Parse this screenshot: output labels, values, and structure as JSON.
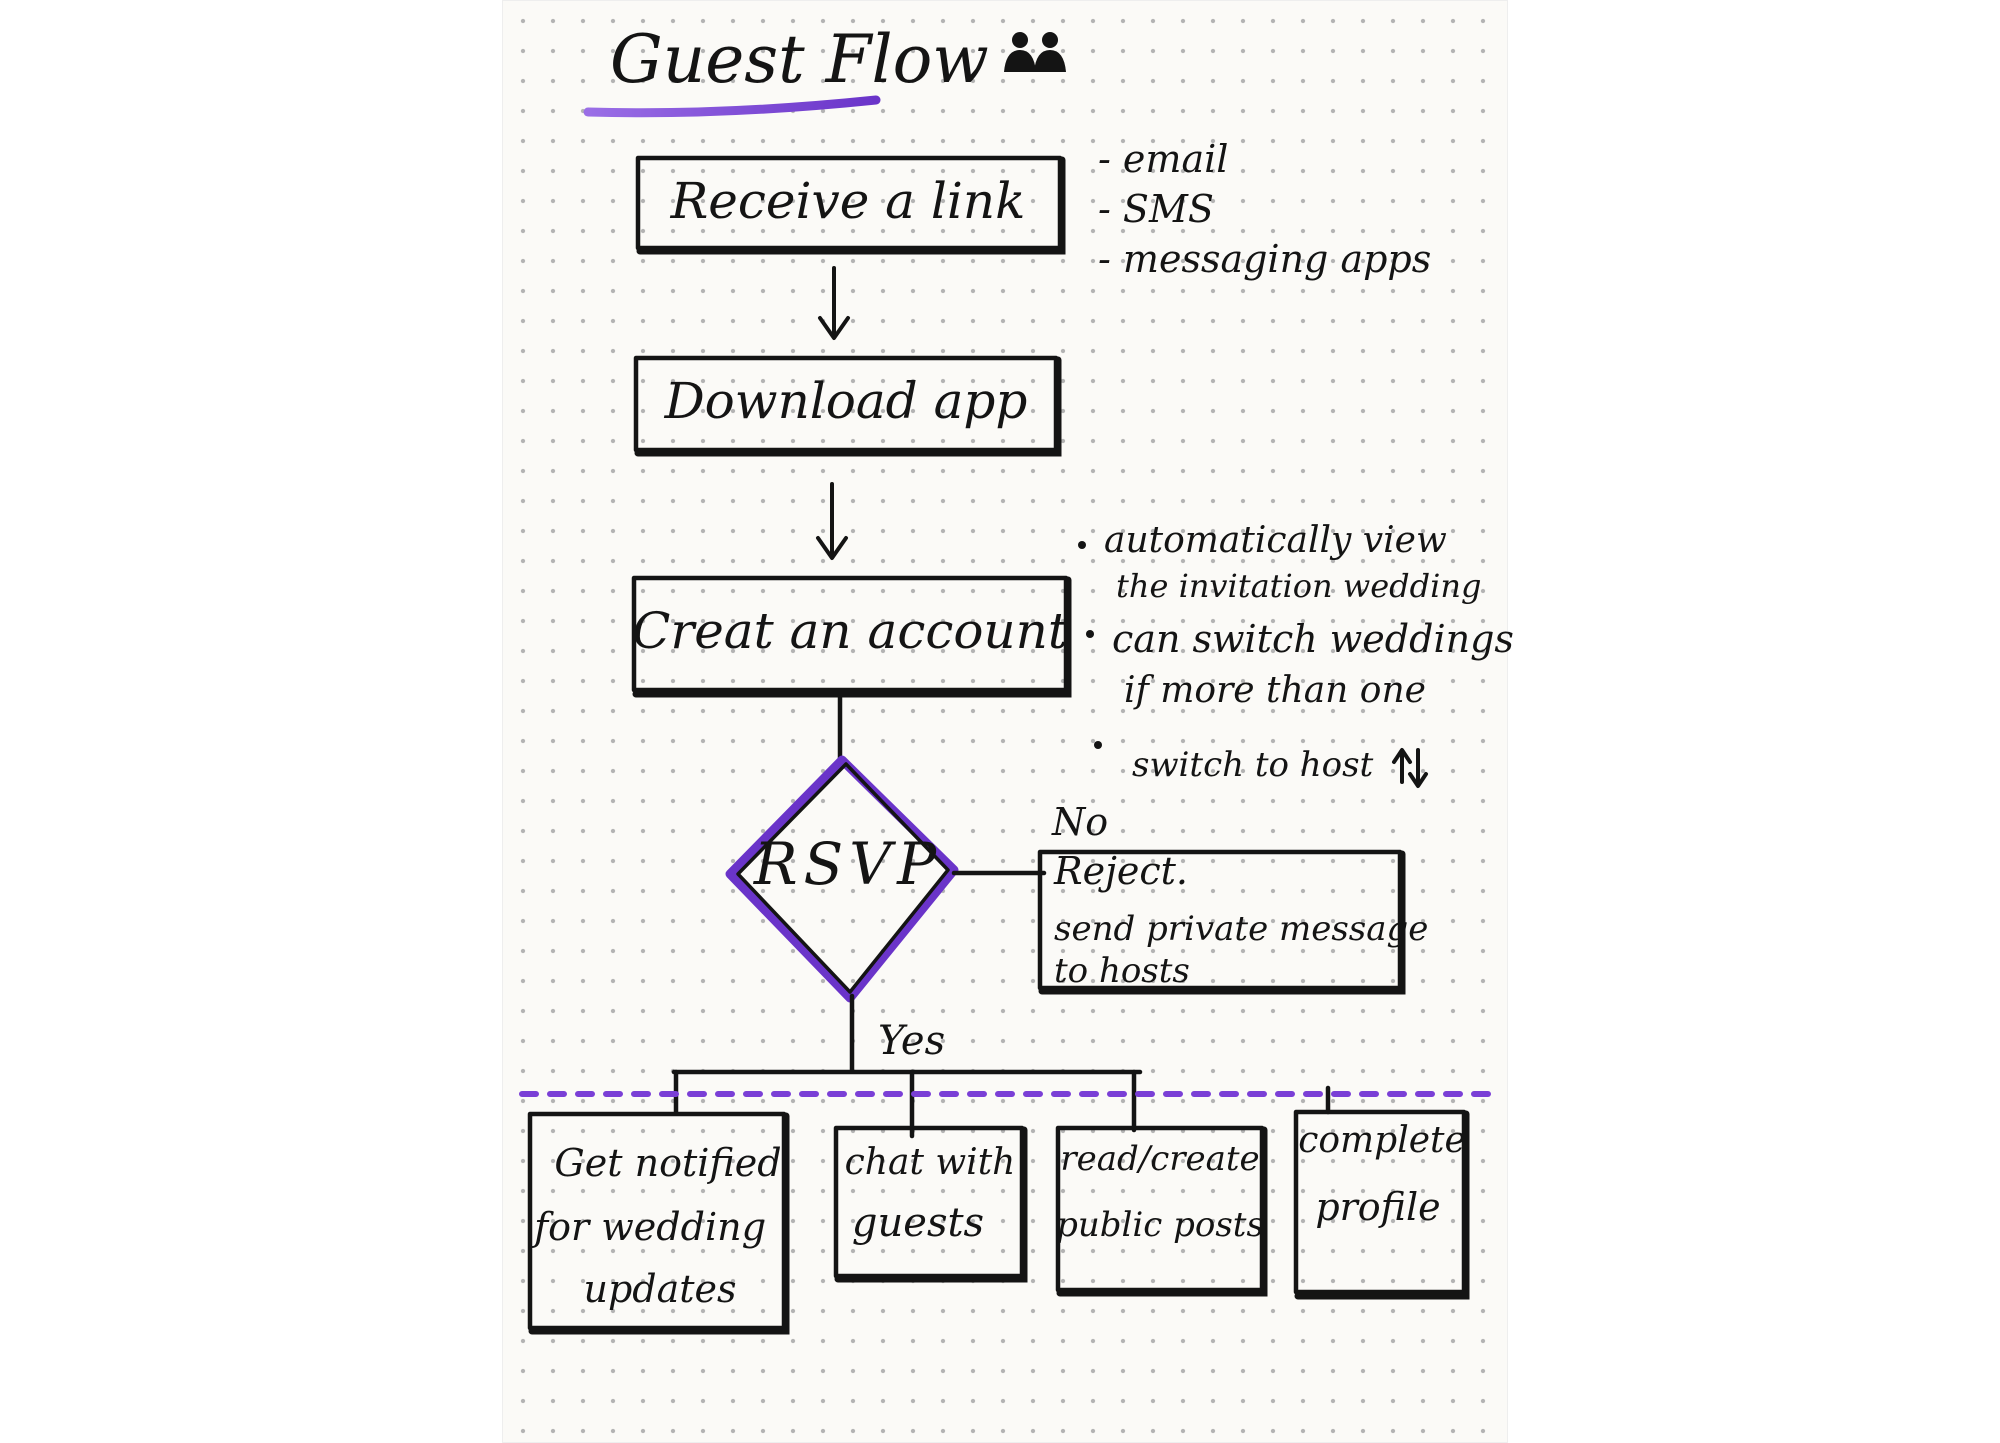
{
  "title": "Guest Flow",
  "colors": {
    "ink": "#141414",
    "accent": "#7a3fd6",
    "paper": "#fbfaf7",
    "dots": "#b3b3b3"
  },
  "icons": {
    "guests": "two-people-icon",
    "switch": "switch-arrows-icon"
  },
  "steps": {
    "receive": "Receive a link",
    "download": "Download app",
    "account": "Creat an account"
  },
  "link_channels": [
    "- email",
    "- SMS",
    "- messaging apps"
  ],
  "account_notes": [
    "automatically view",
    "the invitation wedding",
    "can switch weddings",
    "if more than one",
    "switch to host"
  ],
  "decision": {
    "label": "RSVP",
    "no_label": "No",
    "yes_label": "Yes"
  },
  "reject": {
    "line1": "Reject.",
    "line2": "send private message",
    "line3": "to hosts"
  },
  "outcomes": [
    [
      "Get notified",
      "for wedding",
      "updates"
    ],
    [
      "chat with",
      "guests"
    ],
    [
      "read/create",
      "public posts"
    ],
    [
      "complete",
      "profile"
    ]
  ]
}
